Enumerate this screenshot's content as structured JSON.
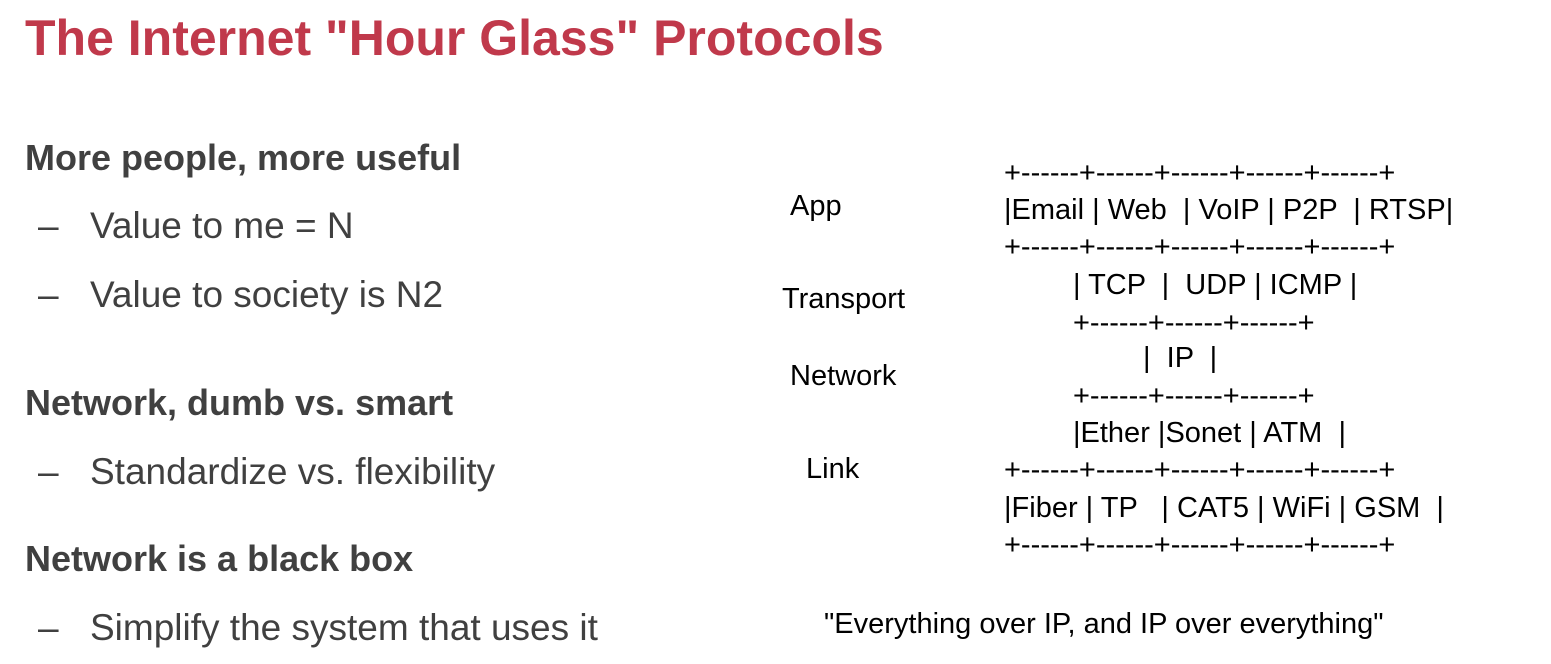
{
  "title": "The Internet \"Hour Glass\" Protocols",
  "sections": [
    {
      "heading": "More people, more useful",
      "bullets": [
        "Value to me = N",
        "Value to society is N2"
      ]
    },
    {
      "heading": "Network, dumb vs. smart",
      "bullets": [
        "Standardize vs. flexibility"
      ]
    },
    {
      "heading": "Network is a black box",
      "bullets": [
        "Simplify the system that uses it"
      ]
    }
  ],
  "bullet_marker": "–",
  "diagram": {
    "layers": [
      "App",
      "Transport",
      "Network",
      "Link"
    ],
    "lines": [
      "+------+------+------+------+------+",
      "|Email | Web  | VoIP | P2P  | RTSP|",
      "+------+------+------+------+------+",
      "| TCP  |  UDP | ICMP |",
      "+------+------+------+",
      "|  IP  |",
      "+------+------+------+",
      "|Ether |Sonet | ATM  |",
      "+------+------+------+------+------+",
      "|Fiber | TP   | CAT5 | WiFi | GSM  |",
      "+------+------+------+------+------+"
    ],
    "quote": "\"Everything over IP, and  IP over everything\""
  }
}
